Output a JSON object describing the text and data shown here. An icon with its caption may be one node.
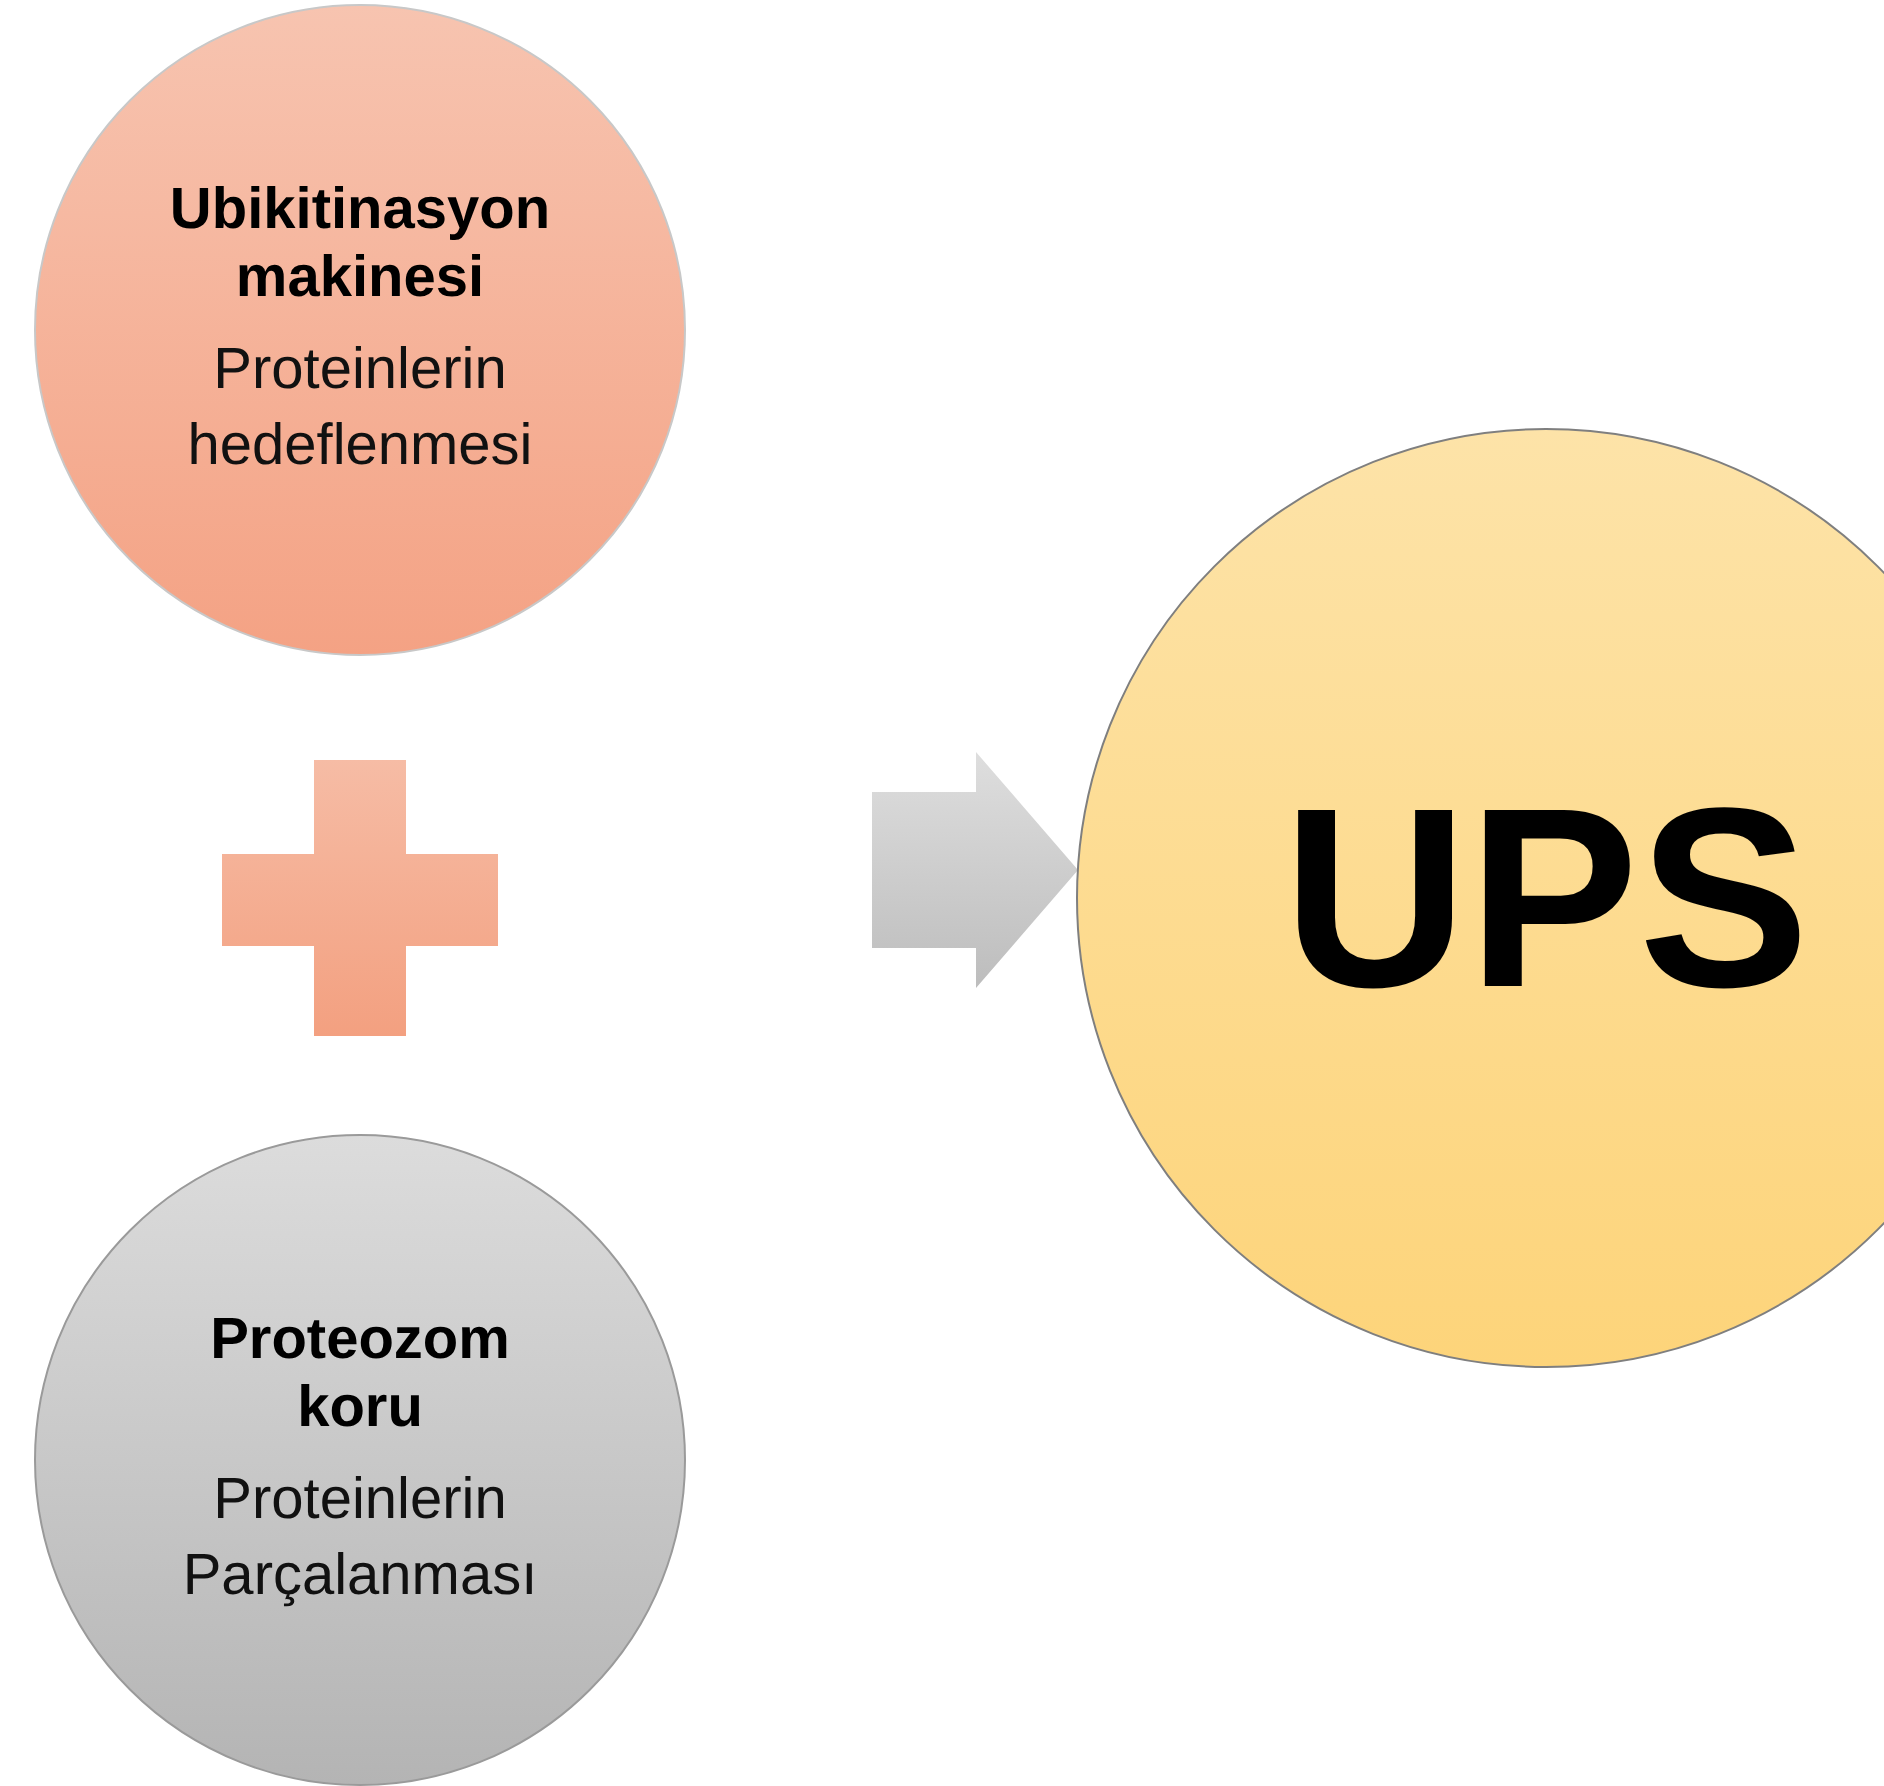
{
  "diagram": {
    "nodes": [
      {
        "text": [
          "Ubikitinasyon makinesi",
          "Proteinlerin hedeflenmesi"
        ]
      },
      {
        "text": [
          "Proteozom koru",
          "Proteinlerin Parçalanması"
        ]
      },
      {
        "text": [
          "UPS"
        ]
      }
    ],
    "edges": [
      {
        "from": null,
        "to": 2,
        "arrow": "to"
      }
    ]
  }
}
